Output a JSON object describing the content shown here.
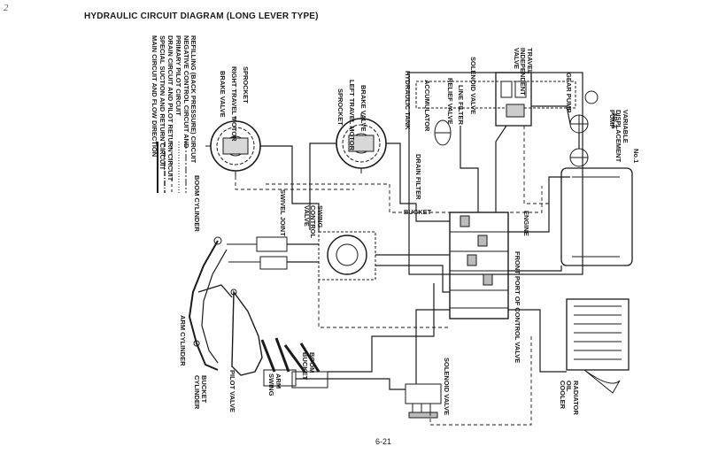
{
  "header": {
    "page_mark": "2",
    "title": "HYDRAULIC CIRCUIT DIAGRAM (LONG LEVER TYPE)"
  },
  "legend": [
    "MAIN CIRCUIT AND FLOW DIRECTION",
    "SPECIAL SUCTION AND RETURN CIRCUIT",
    "DRAIN CIRCUIT AND PILOT RETURN CIRCUIT",
    "PRIMARY PILOT CIRCUIT",
    "NEGATIVE CONTROL CIRCUIT AND",
    "REFILLING (BACK PRESSURE) CIRCUIT"
  ],
  "labels": {
    "brake_valve_r": "BRAKE VALVE",
    "right_travel_motor": "RIGHT TRAVEL MOTOR",
    "sprocket_r": "SPROCKET",
    "sprocket_l": "SPROCKET",
    "left_travel_motor": "LEFT TRAVEL MOTOR",
    "brake_valve_l": "BRAKE VALVE",
    "hydraulic_tank": "HYDRAULIC TANK",
    "accumulator": "ACCUMULATOR",
    "drain_filter": "DRAIN FILTER",
    "relief_valve": "RELIEF VALVE",
    "line_filter": "LINE FILTER",
    "solenoid_valve_top": "SOLENOID VALVE",
    "travel_independent_valve": "TRAVEL INDEPENDENT VALVE",
    "gear_pump": "GEAR PUMP",
    "pump_no2": "No.2",
    "variable_pump": "VARIABLE DISPLACEMENT PUMP",
    "pump_no1": "No.1",
    "boom_cylinder": "BOOM CYLINDER",
    "swivel_joint": "SWIVEL JOINT",
    "swing_control_valve": "SWING CONTROL VALVE",
    "arm_cylinder": "ARM CYLINDER",
    "bucket_cylinder": "BUCKET CYLINDER",
    "pilot_valve": "PILOT VALVE",
    "arm_swing": "ARM SWING",
    "boom_bucket": "BOOM BUCKET",
    "solenoid_valve_bottom": "SOLENOID VALVE",
    "control_valve": "FRONT PORT OF CONTROL VALVE",
    "engine": "ENGINE",
    "radiator_oil_cooler": "RADIATOR OIL COOLER",
    "bucket_port": "BUCKET",
    "page_number": "6-21"
  },
  "colors": {
    "ink": "#1a1a1a",
    "paper": "#ffffff"
  }
}
